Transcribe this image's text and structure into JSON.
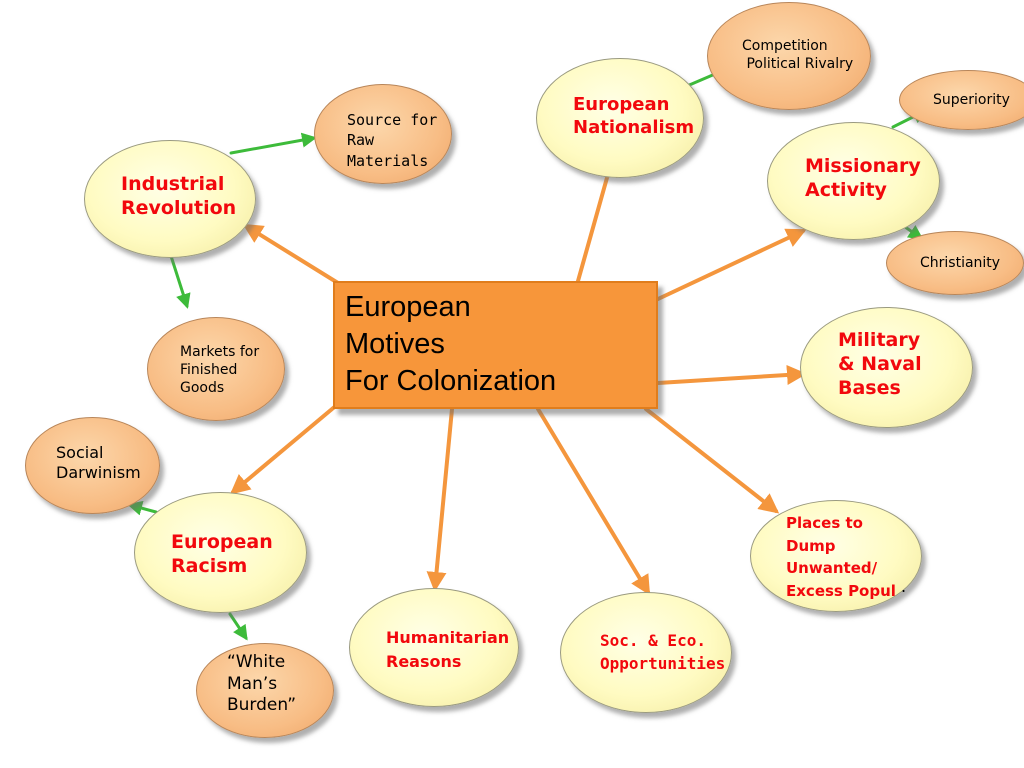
{
  "center": {
    "label": "European\nMotives\nFor Colonization"
  },
  "nodes": {
    "industrial_revolution": "Industrial\nRevolution",
    "raw_materials": "Source for\nRaw\nMaterials",
    "markets": "Markets for\nFinished\nGoods",
    "european_nationalism": "European\nNationalism",
    "competition": "Competition\n Political Rivalry",
    "missionary_activity": "Missionary\nActivity",
    "superiority": "Superiority",
    "christianity": "Christianity",
    "military": "Military\n& Naval\nBases",
    "places_to_dump": "Places to\nDump\nUnwanted/\nExcess Popul",
    "places_to_dump_period": ".",
    "soc_eco": "Soc. & Eco.\nOpportunities",
    "humanitarian": "Humanitarian\nReasons",
    "european_racism": "European\nRacism",
    "social_darwinism": "Social\nDarwinism",
    "white_mans_burden": "“White\nMan’s\nBurden”"
  },
  "colors": {
    "primary_arrow": "#f4963d",
    "secondary_arrow": "#3dbb3a",
    "node_primary_fill": "#fffbc2",
    "node_secondary_fill": "#f8bd85",
    "center_fill": "#f7963a",
    "primary_text": "#f2080d",
    "secondary_text": "#000000"
  }
}
